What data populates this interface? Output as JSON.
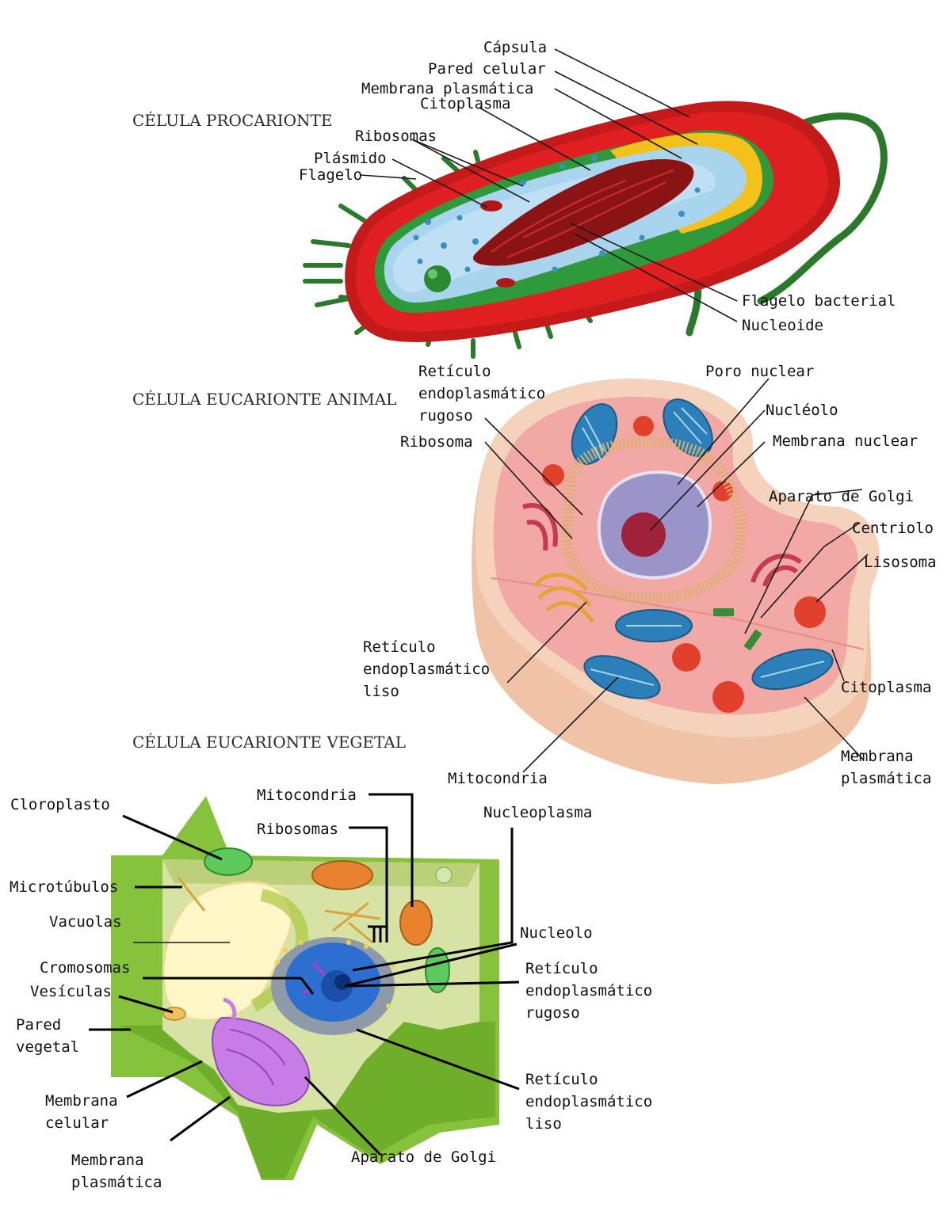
{
  "colors": {
    "pro_capsule": "#c41a1a",
    "pro_wall_yellow": "#f4c01c",
    "pro_membrane_green": "#2f9a3c",
    "pro_cytoplasm": "#a9d4ee",
    "pro_nucleoid": "#8a1414",
    "pro_flagellum": "#2b7a2b",
    "ani_cell": "#f0c3a6",
    "ani_cytoplasm": "#f2a9a6",
    "ani_mito": "#3b8fc4",
    "ani_lysosome": "#e0402c",
    "ani_nucleus": "#9b94c9",
    "veg_wall": "#86c23b",
    "veg_cytoplasm": "#d6e3a4",
    "veg_vacuole": "#fff7c8",
    "veg_golgi": "#c77ce6",
    "veg_nucleus": "#2c6fd0"
  },
  "prokaryote": {
    "title": "CÉLULA PROCARIONTE",
    "labels": {
      "capsula": "Cápsula",
      "pared_celular": "Pared celular",
      "membrana_plasmatica": "Membrana plasmática",
      "citoplasma": "Citoplasma",
      "ribosomas": "Ribosomas",
      "plasmido": "Plásmido",
      "flagelo": "Flagelo",
      "flagelo_bacterial": "Flagelo bacterial",
      "nucleoide": "Nucleoide"
    }
  },
  "animal": {
    "title": "CÉLULA EUCARIONTE ANIMAL",
    "labels": {
      "rer": "Retículo\nendoplasmático\nrugoso",
      "ribosoma": "Ribosoma",
      "poro_nuclear": "Poro nuclear",
      "nucleolo": "Nucléolo",
      "membrana_nuclear": "Membrana nuclear",
      "golgi": "Aparato de Golgi",
      "centriolo": "Centriolo",
      "lisosoma": "Lisosoma",
      "rel": "Retículo\nendoplasmático\nliso",
      "citoplasma": "Citoplasma",
      "membrana_plasmatica": "Membrana\nplasmática",
      "mitocondria": "Mitocondria"
    }
  },
  "plant": {
    "title": "CÉLULA EUCARIONTE VEGETAL",
    "labels": {
      "cloroplasto": "Cloroplasto",
      "microtubulos": "Microtúbulos",
      "vacuolas": "Vacuolas",
      "cromosomas": "Cromosomas",
      "vesiculas": "Vesículas",
      "pared_vegetal": "Pared\nvegetal",
      "membrana_celular": "Membrana\ncelular",
      "membrana_plasmatica": "Membrana\nplasmática",
      "mitocondria": "Mitocondria",
      "ribosomas": "Ribosomas",
      "nucleoplasma": "Nucleoplasma",
      "nucleolo": "Nucleolo",
      "rer": "Retículo\nendoplasmático\nrugoso",
      "rel": "Retículo\nendoplasmático\nliso",
      "golgi": "Aparato de Golgi"
    }
  }
}
